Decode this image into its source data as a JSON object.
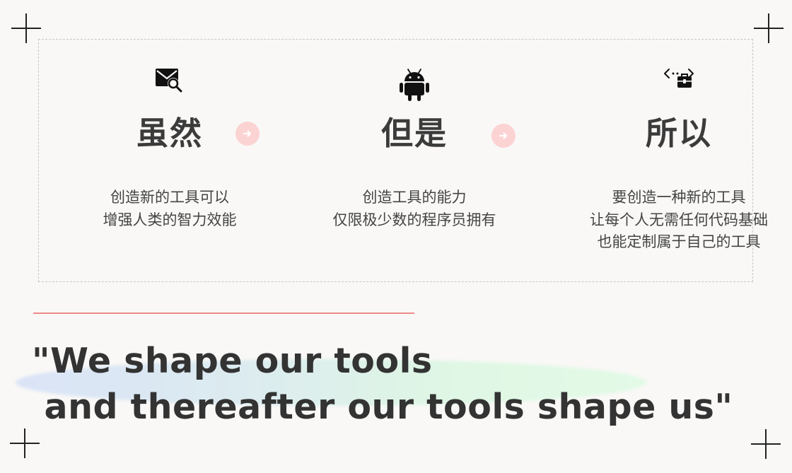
{
  "columns": [
    {
      "icon": "mail-search-icon",
      "heading": "虽然",
      "lines": [
        "创造新的工具可以",
        "增强人类的智力效能"
      ]
    },
    {
      "icon": "android-icon",
      "heading": "但是",
      "lines": [
        "创造工具的能力",
        "仅限极少数的程序员拥有"
      ]
    },
    {
      "icon": "code-toolbox-icon",
      "heading": "所以",
      "lines": [
        "要创造一种新的工具",
        "让每个人无需任何代码基础",
        "也能定制属于自己的工具"
      ]
    }
  ],
  "connectors": [
    "arrow-right-icon",
    "arrow-right-icon"
  ],
  "quote": {
    "line1": "\"We shape our tools",
    "line2": " and thereafter our tools shape us\""
  },
  "colors": {
    "background": "#f9f8f6",
    "arrow_fill": "#fcd3d3",
    "divider": "#f08a8a",
    "text": "#3a3a3a"
  }
}
